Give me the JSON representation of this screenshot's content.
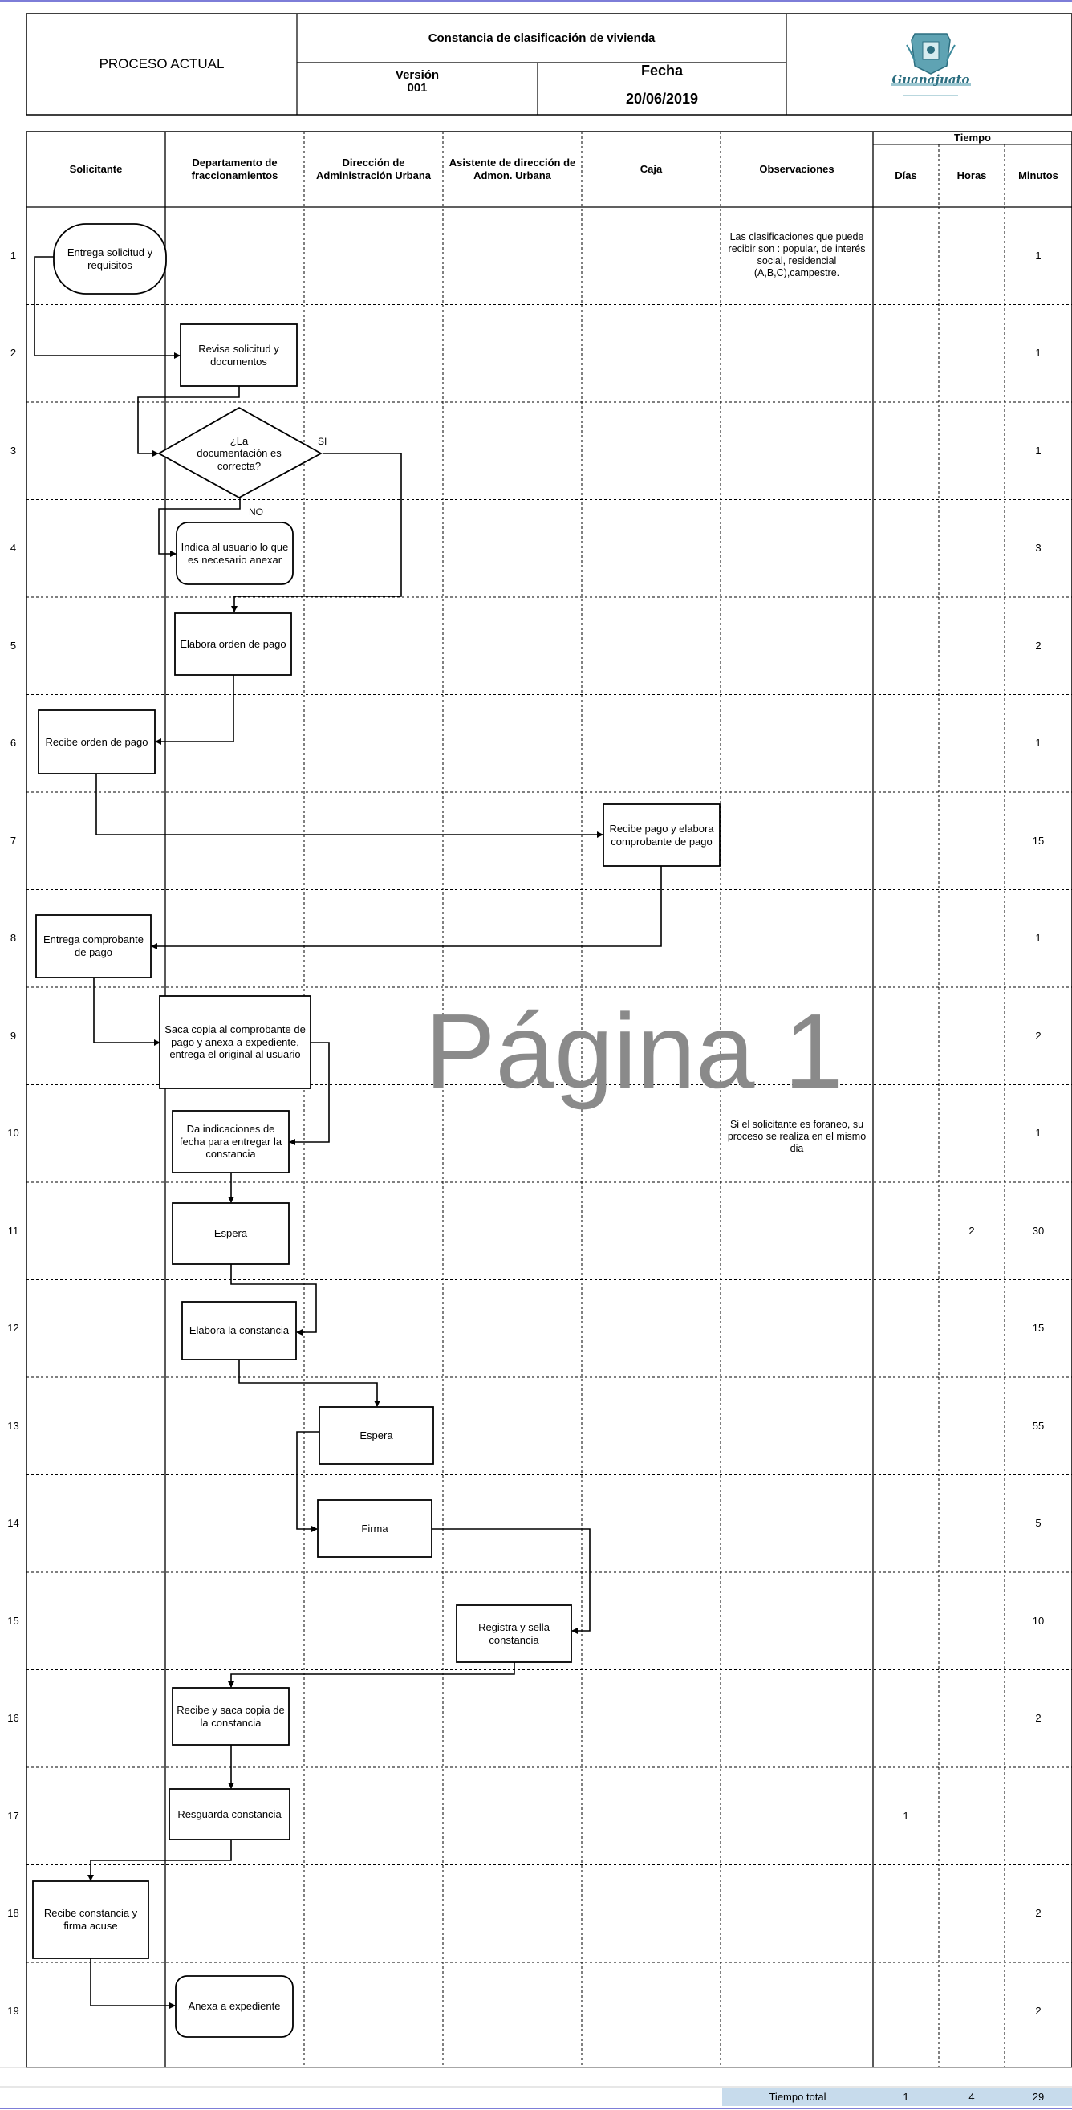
{
  "header": {
    "process_label": "PROCESO ACTUAL",
    "document_title": "Constancia de clasificación de vivienda",
    "version_label": "Versión",
    "version_value": "001",
    "date_label": "Fecha",
    "date_value": "20/06/2019",
    "logo_text": "Guanajuato"
  },
  "columns": {
    "c1": "Solicitante",
    "c2": "Departamento de fraccionamientos",
    "c3": "Dirección de Administración Urbana",
    "c4": "Asistente de dirección de Admon. Urbana",
    "c5": "Caja",
    "c6": "Observaciones",
    "tiempo": "Tiempo",
    "dias": "Días",
    "horas": "Horas",
    "minutos": "Minutos"
  },
  "rows": [
    {
      "n": "1",
      "dias": "",
      "horas": "",
      "minutos": "1"
    },
    {
      "n": "2",
      "dias": "",
      "horas": "",
      "minutos": "1"
    },
    {
      "n": "3",
      "dias": "",
      "horas": "",
      "minutos": "1"
    },
    {
      "n": "4",
      "dias": "",
      "horas": "",
      "minutos": "3"
    },
    {
      "n": "5",
      "dias": "",
      "horas": "",
      "minutos": "2"
    },
    {
      "n": "6",
      "dias": "",
      "horas": "",
      "minutos": "1"
    },
    {
      "n": "7",
      "dias": "",
      "horas": "",
      "minutos": "15"
    },
    {
      "n": "8",
      "dias": "",
      "horas": "",
      "minutos": "1"
    },
    {
      "n": "9",
      "dias": "",
      "horas": "",
      "minutos": "2"
    },
    {
      "n": "10",
      "dias": "",
      "horas": "",
      "minutos": "1"
    },
    {
      "n": "11",
      "dias": "",
      "horas": "2",
      "minutos": "30"
    },
    {
      "n": "12",
      "dias": "",
      "horas": "",
      "minutos": "15"
    },
    {
      "n": "13",
      "dias": "",
      "horas": "",
      "minutos": "55"
    },
    {
      "n": "14",
      "dias": "",
      "horas": "",
      "minutos": "5"
    },
    {
      "n": "15",
      "dias": "",
      "horas": "",
      "minutos": "10"
    },
    {
      "n": "16",
      "dias": "",
      "horas": "",
      "minutos": "2"
    },
    {
      "n": "17",
      "dias": "1",
      "horas": "",
      "minutos": ""
    },
    {
      "n": "18",
      "dias": "",
      "horas": "",
      "minutos": "2"
    },
    {
      "n": "19",
      "dias": "",
      "horas": "",
      "minutos": "2"
    }
  ],
  "observations": {
    "obs1": "Las clasificaciones que puede recibir son : popular, de interés social, residencial (A,B,C),campestre.",
    "obs10": "Si el solicitante es foraneo, su proceso se realiza en el mismo dia"
  },
  "steps": {
    "s1": "Entrega solicitud y requisitos",
    "s2": "Revisa solicitud y documentos",
    "s3": "¿La documentación es correcta?",
    "s3_yes": "SI",
    "s3_no": "NO",
    "s4": "Indica al usuario lo que es necesario anexar",
    "s5": "Elabora orden de pago",
    "s6": "Recibe orden de pago",
    "s7": "Recibe pago y elabora comprobante de pago",
    "s8": "Entrega comprobante de pago",
    "s9": "Saca copia al comprobante de pago y anexa a expediente, entrega el original al usuario",
    "s10": "Da indicaciones de fecha para entregar la constancia",
    "s11": "Espera",
    "s12": "Elabora la constancia",
    "s13": "Espera",
    "s14": "Firma",
    "s15": "Registra y sella constancia",
    "s16": "Recibe y saca copia de la constancia",
    "s17": "Resguarda constancia",
    "s18": "Recibe constancia y firma acuse",
    "s19": "Anexa a expediente"
  },
  "watermark": "Página 1",
  "totals": {
    "label": "Tiempo total",
    "dias": "1",
    "horas": "4",
    "minutos": "29"
  }
}
